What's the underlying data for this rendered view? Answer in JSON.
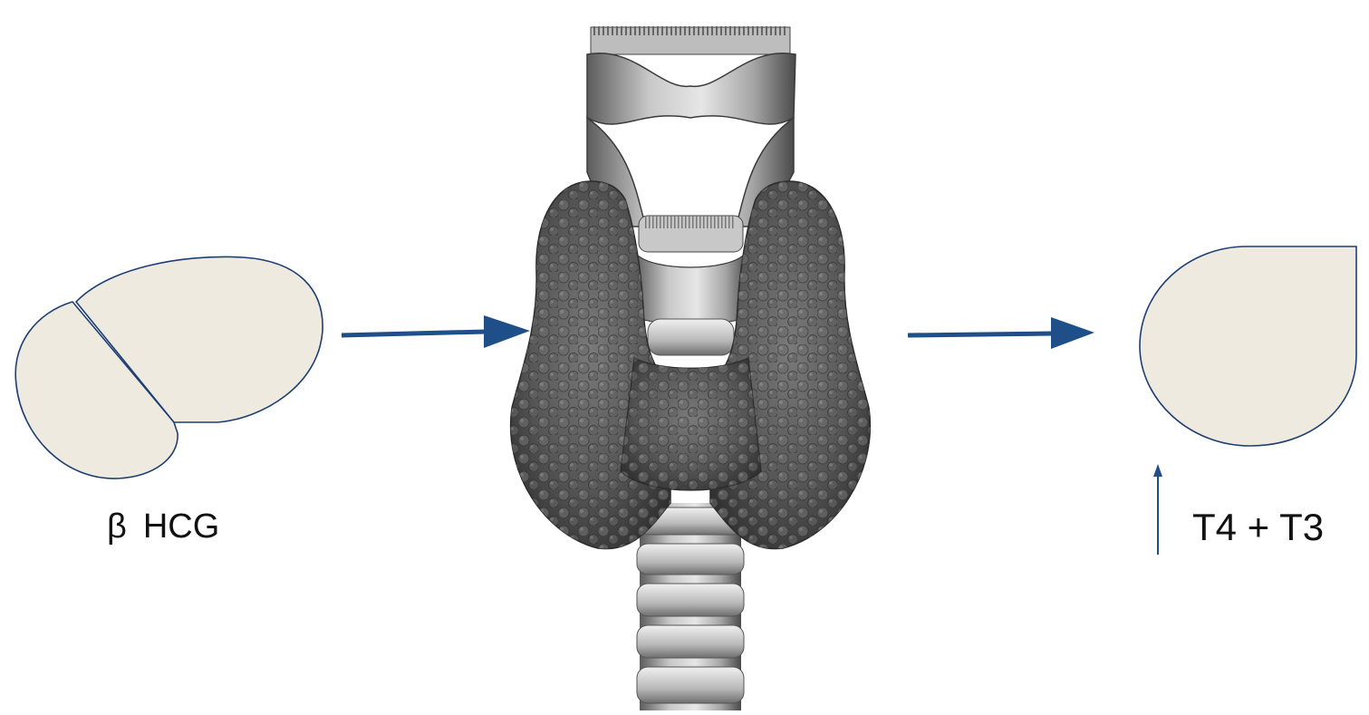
{
  "diagram": {
    "left_label": {
      "symbol": "β",
      "text": "HCG"
    },
    "right_label": {
      "text": "T4 + T3"
    },
    "center_image": "thyroid-gland-illustration",
    "colors": {
      "arrow": "#1f4f88",
      "shape_fill": "#eeeae0",
      "shape_stroke": "#1f3f72",
      "gland": "#5a5a5a",
      "cartilage": "#9a9a9a"
    }
  }
}
